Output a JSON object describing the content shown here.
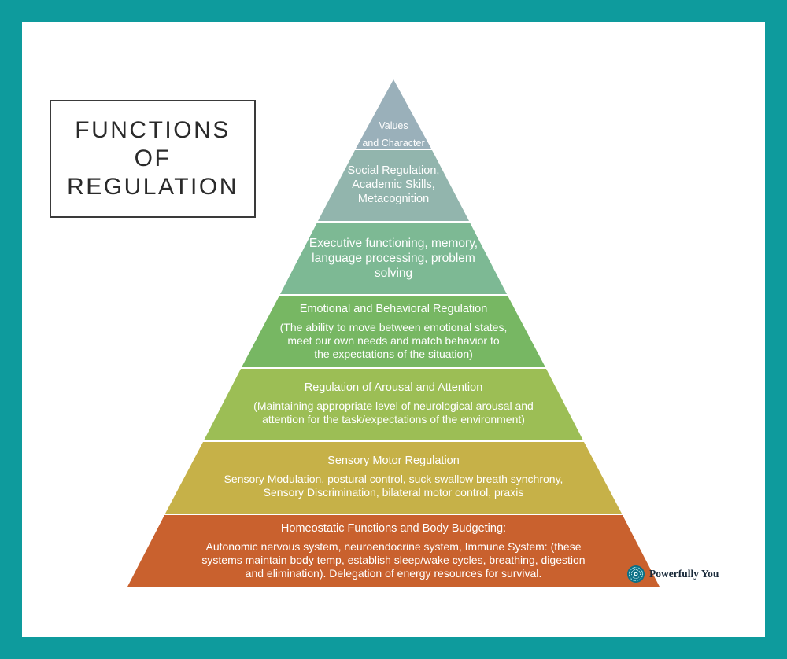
{
  "title": {
    "line1": "FUNCTIONS",
    "line2": "OF",
    "line3": "REGULATION"
  },
  "pyramid": {
    "tiers": [
      {
        "heading": "Values\nand Character",
        "body": "",
        "color": "#9ab0ba"
      },
      {
        "heading": "Social Regulation,\nAcademic Skills,\nMetacognition",
        "body": "",
        "color": "#92b5ad"
      },
      {
        "heading": "Executive functioning, memory,\nlanguage processing, problem\nsolving",
        "body": "",
        "color": "#7db994"
      },
      {
        "heading": "Emotional  and Behavioral Regulation",
        "body": "(The ability to move between emotional states,\nmeet our own needs and match behavior to\nthe expectations of the situation)",
        "color": "#77b763"
      },
      {
        "heading": "Regulation of Arousal and Attention",
        "body": "(Maintaining appropriate level of neurological arousal and\nattention for the task/expectations of the environment)",
        "color": "#9cbe55"
      },
      {
        "heading": "Sensory  Motor Regulation",
        "body": "Sensory Modulation, postural control, suck swallow breath synchrony,\nSensory Discrimination, bilateral motor control, praxis",
        "color": "#c6b148"
      },
      {
        "heading": "Homeostatic Functions and Body Budgeting:",
        "body": "Autonomic nervous system, neuroendocrine system, Immune System: (these\nsystems maintain body temp, establish sleep/wake cycles, breathing, digestion\nand elimination). Delegation of energy resources for survival.",
        "color": "#c9612e"
      }
    ]
  },
  "logo": {
    "text": "Powerfully You",
    "icon": "mandala-icon"
  },
  "colors": {
    "frame": "#0e9b9d",
    "background": "#ffffff"
  }
}
